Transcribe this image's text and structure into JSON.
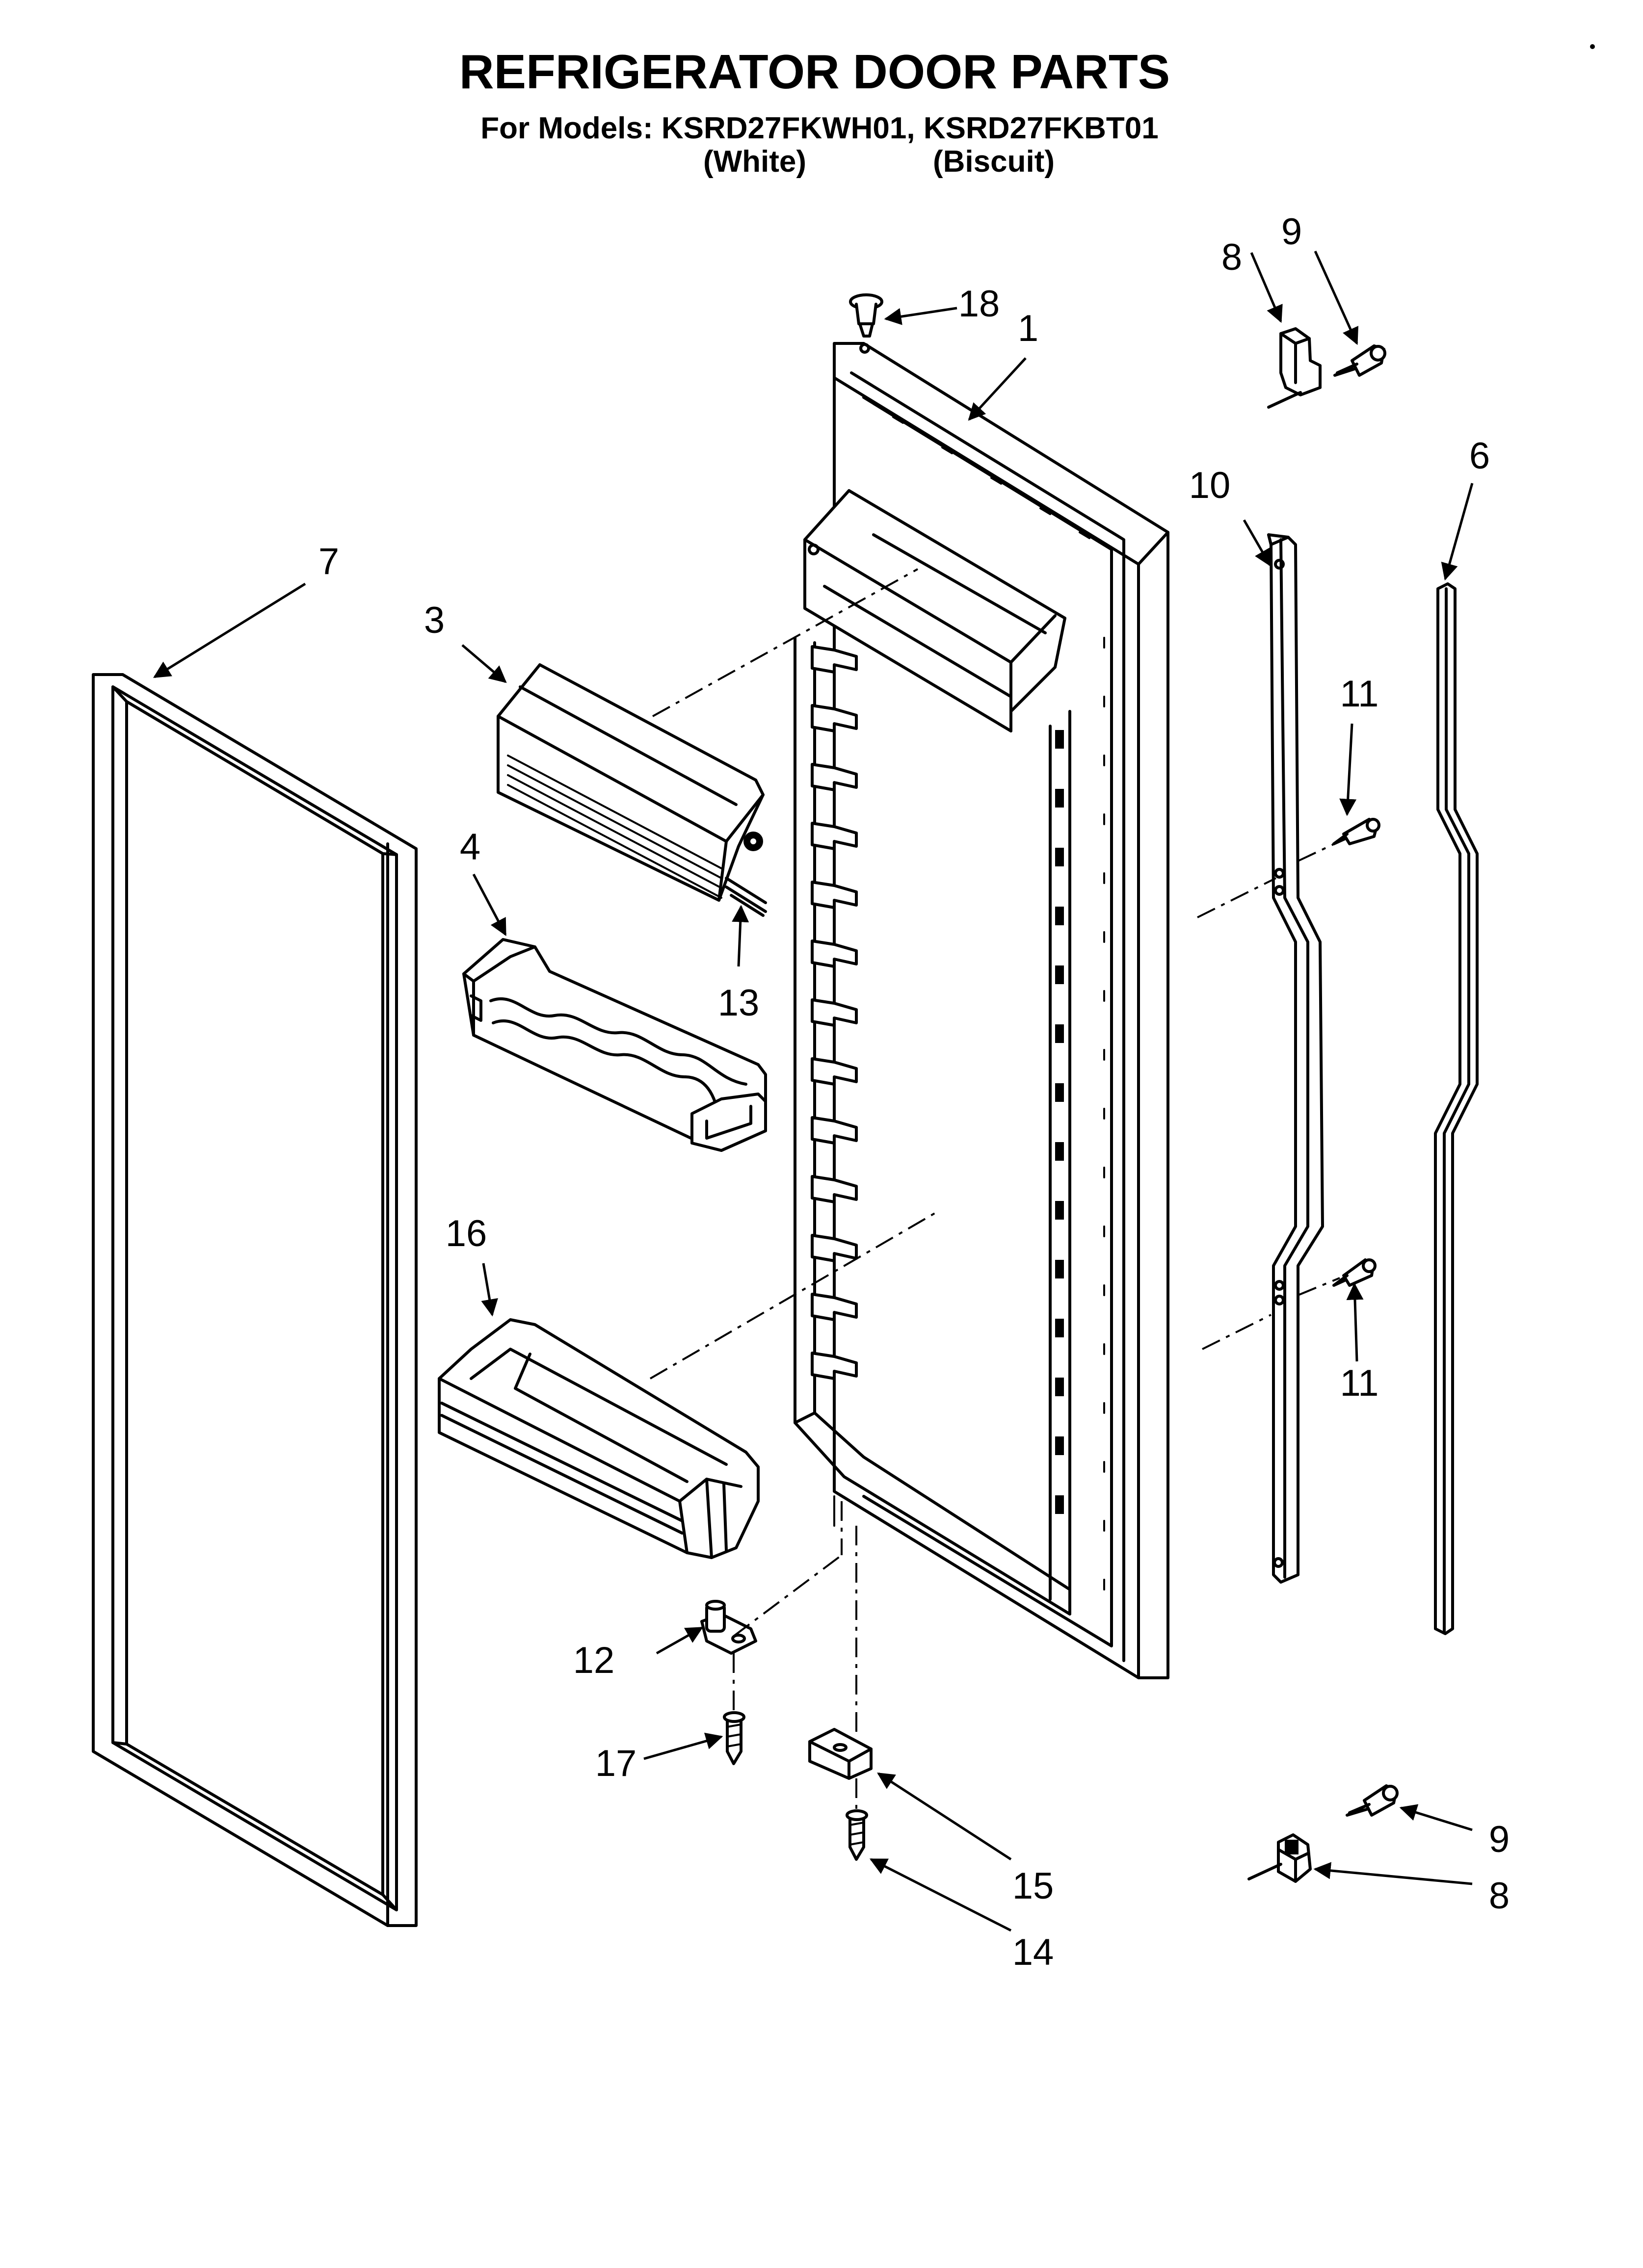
{
  "header": {
    "title": "REFRIGERATOR DOOR PARTS",
    "models_line": "For Models: KSRD27FKWH01, KSRD27FKBT01",
    "color_white": "(White)",
    "color_biscuit": "(Biscuit)"
  },
  "callouts": {
    "c1": "1",
    "c3": "3",
    "c4": "4",
    "c6": "6",
    "c7": "7",
    "c8_top": "8",
    "c8_bottom": "8",
    "c9_top": "9",
    "c9_bottom": "9",
    "c10": "10",
    "c11_top": "11",
    "c11_bottom": "11",
    "c12": "12",
    "c13": "13",
    "c14": "14",
    "c15": "15",
    "c16": "16",
    "c17": "17",
    "c18": "18"
  }
}
